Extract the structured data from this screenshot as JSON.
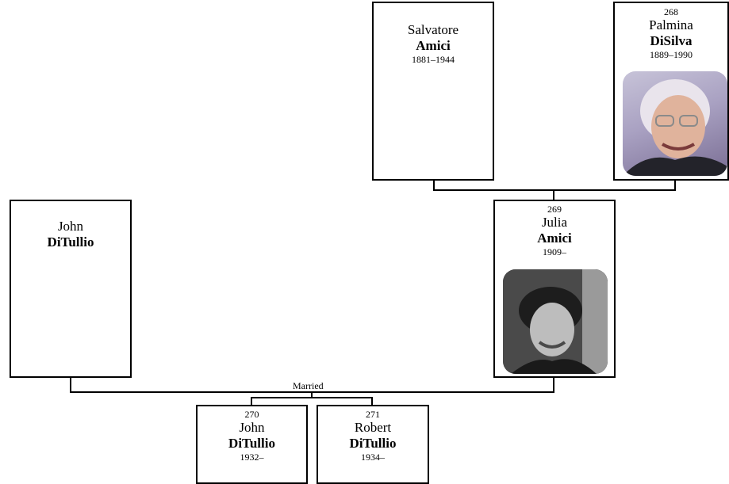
{
  "people": {
    "salvatore": {
      "number": "",
      "first": "Salvatore",
      "last": "Amici",
      "dates": "1881–1944"
    },
    "palmina": {
      "number": "268",
      "first": "Palmina",
      "last": "DiSilva",
      "dates": "1889–1990"
    },
    "john_sr": {
      "number": "",
      "first": "John",
      "last": "DiTullio",
      "dates": ""
    },
    "julia": {
      "number": "269",
      "first": "Julia",
      "last": "Amici",
      "dates": "1909–"
    },
    "john_jr": {
      "number": "270",
      "first": "John",
      "last": "DiTullio",
      "dates": "1932–"
    },
    "robert": {
      "number": "271",
      "first": "Robert",
      "last": "DiTullio",
      "dates": "1934–"
    }
  },
  "relations": {
    "marriage_label": "Married"
  },
  "colors": {
    "border": "#000000",
    "background": "#ffffff"
  }
}
